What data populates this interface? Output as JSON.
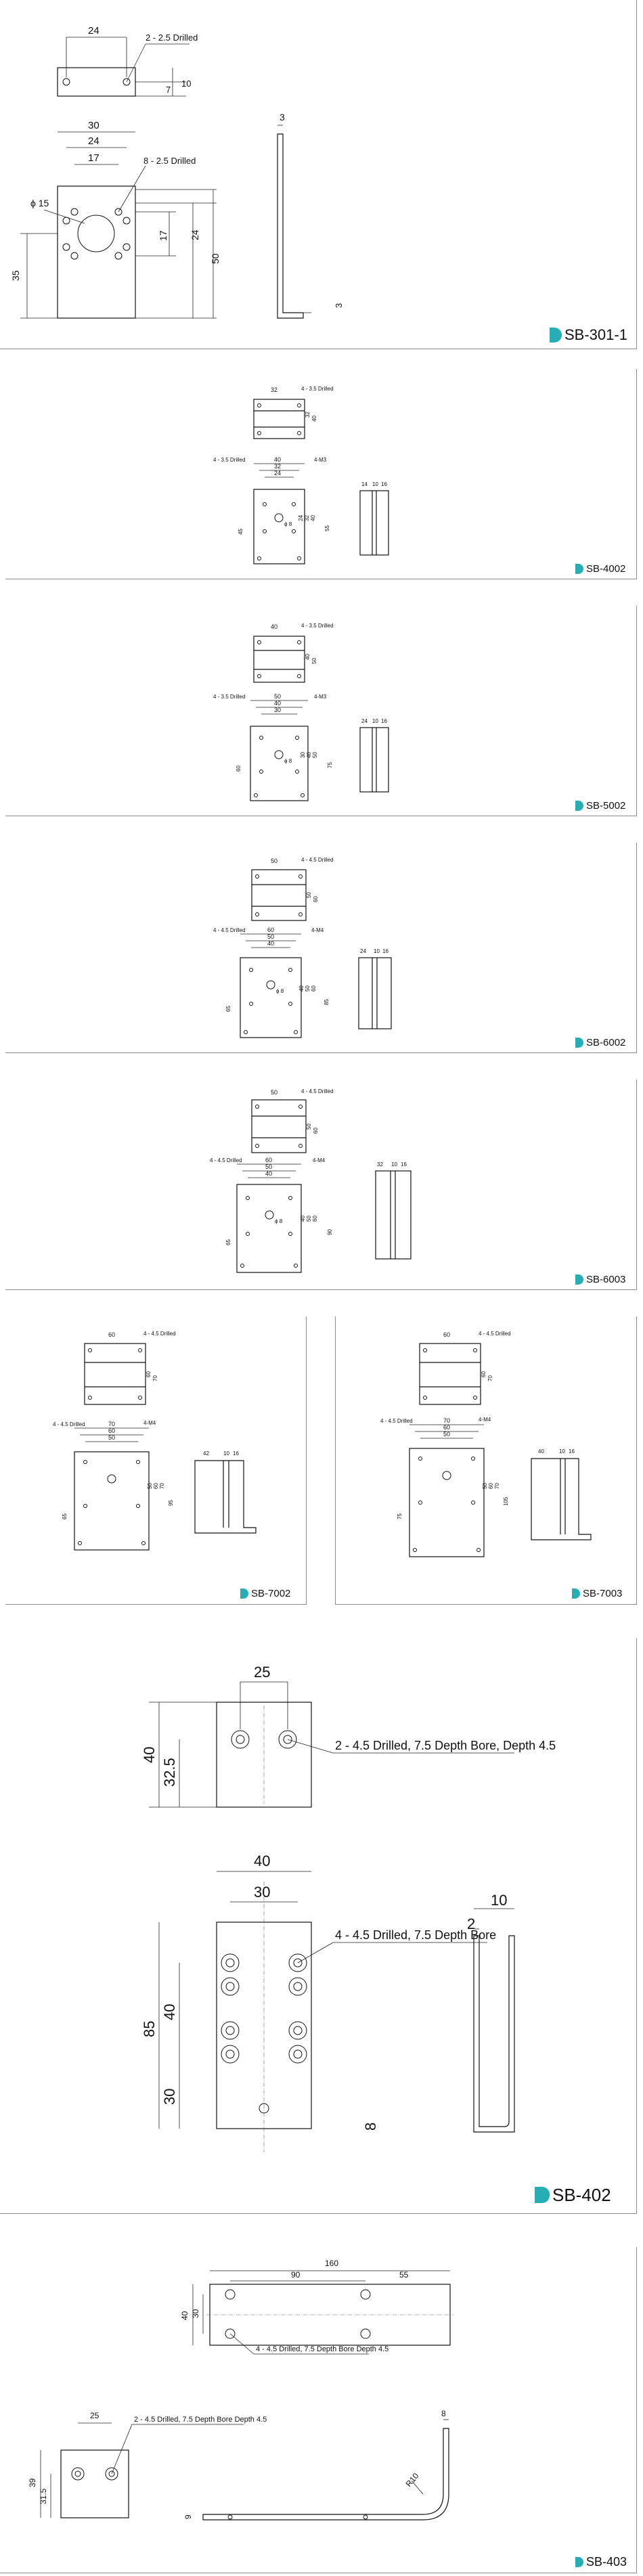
{
  "sections": [
    {
      "model": "SB-301-1",
      "top_view": {
        "width": "24",
        "note": "2 - 2.5 Drilled",
        "dims": [
          "7",
          "10"
        ]
      },
      "front_view": {
        "dims": [
          "30",
          "24",
          "17",
          "17",
          "24",
          "35",
          "50"
        ],
        "diameter": "ϕ 15",
        "note": "8 - 2.5 Drilled"
      },
      "side_view": {
        "dims": [
          "3",
          "3"
        ]
      }
    },
    {
      "model": "SB-4002",
      "top_view": {
        "dims": [
          "32",
          "32",
          "40"
        ],
        "note": "4 - 3.5 Drilled"
      },
      "front_view": {
        "dims": [
          "40",
          "32",
          "24",
          "45",
          "55",
          "24",
          "32",
          "40"
        ],
        "note_left": "4 - 3.5 Drilled",
        "note_right": "4-M3",
        "diameter": "ϕ 8"
      },
      "side_view": {
        "dims": [
          "14",
          "10",
          "16"
        ]
      }
    },
    {
      "model": "SB-5002",
      "top_view": {
        "dims": [
          "40",
          "40",
          "50"
        ],
        "note": "4 - 3.5 Drilled"
      },
      "front_view": {
        "dims": [
          "50",
          "40",
          "30",
          "60",
          "75",
          "30",
          "40",
          "50"
        ],
        "note_left": "4 - 3.5 Drilled",
        "note_right": "4-M3",
        "diameter": "ϕ 8"
      },
      "side_view": {
        "dims": [
          "24",
          "10",
          "16"
        ]
      }
    },
    {
      "model": "SB-6002",
      "top_view": {
        "dims": [
          "50",
          "50",
          "60"
        ],
        "note": "4 - 4.5 Drilled"
      },
      "front_view": {
        "dims": [
          "60",
          "50",
          "40",
          "65",
          "85",
          "40",
          "50",
          "60"
        ],
        "note_left": "4 - 4.5 Drilled",
        "note_right": "4-M4",
        "diameter": "ϕ 8"
      },
      "side_view": {
        "dims": [
          "24",
          "10",
          "16"
        ]
      }
    },
    {
      "model": "SB-6003",
      "top_view": {
        "dims": [
          "50",
          "50",
          "60"
        ],
        "note": "4 - 4.5 Drilled"
      },
      "front_view": {
        "dims": [
          "60",
          "50",
          "40",
          "65",
          "90",
          "40",
          "50",
          "60"
        ],
        "note_left": "4 - 4.5 Drilled",
        "note_right": "4-M4",
        "diameter": "ϕ 8"
      },
      "side_view": {
        "dims": [
          "32",
          "10",
          "16"
        ]
      }
    },
    {
      "model": "SB-7002",
      "top_view": {
        "dims": [
          "60",
          "60",
          "70"
        ],
        "note": "4 - 4.5 Drilled"
      },
      "front_view": {
        "dims": [
          "70",
          "60",
          "50",
          "65",
          "95",
          "50",
          "60",
          "70"
        ],
        "note_left": "4 - 4.5 Drilled",
        "note_right": "4-M4"
      },
      "side_view": {
        "dims": [
          "42",
          "10",
          "16"
        ]
      }
    },
    {
      "model": "SB-7003",
      "top_view": {
        "dims": [
          "60",
          "60",
          "70"
        ],
        "note": "4 - 4.5 Drilled"
      },
      "front_view": {
        "dims": [
          "70",
          "60",
          "50",
          "75",
          "105",
          "50",
          "60",
          "70"
        ],
        "note_left": "4 - 4.5 Drilled",
        "note_right": "4-M4"
      },
      "side_view": {
        "dims": [
          "40",
          "10",
          "16"
        ]
      }
    },
    {
      "model": "SB-402",
      "top_view": {
        "width": "25",
        "note": "2 - 4.5 Drilled, 7.5 Depth Bore, Depth 4.5",
        "dims": [
          "40",
          "32.5"
        ]
      },
      "front_view": {
        "dims": [
          "40",
          "30",
          "40",
          "85",
          "30"
        ],
        "note": "4 - 4.5 Drilled, 7.5 Depth Bore"
      },
      "side_view": {
        "dims": [
          "2",
          "10",
          "8"
        ]
      }
    },
    {
      "model": "SB-403",
      "top_view": {
        "dims": [
          "160",
          "90",
          "55",
          "40",
          "30"
        ],
        "note": "4 - 4.5 Drilled, 7.5 Depth Bore Depth 4.5"
      },
      "front_view": {
        "width": "25",
        "note": "2 - 4.5 Drilled, 7.5 Depth Bore Depth 4.5",
        "dims": [
          "39",
          "31.5"
        ]
      },
      "side_view": {
        "dims": [
          "8",
          "9",
          "R10"
        ]
      }
    }
  ],
  "accent_color": "#27aeb4"
}
